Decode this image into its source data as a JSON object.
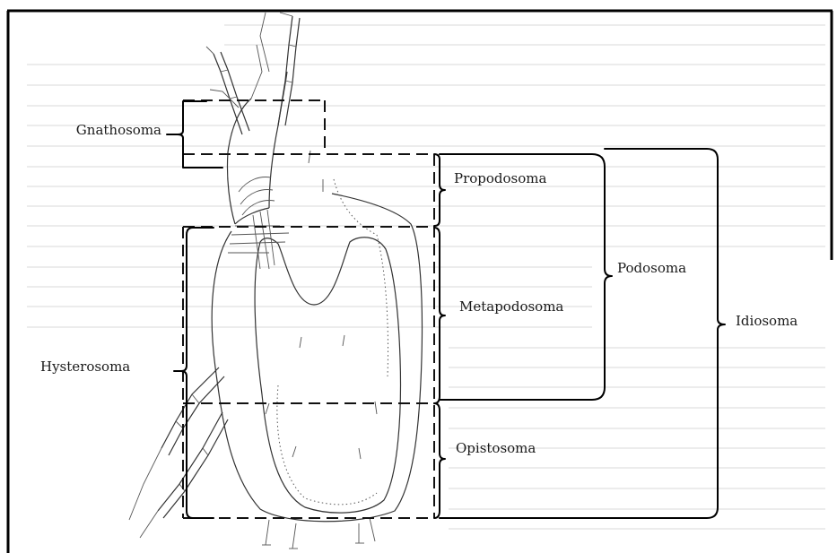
{
  "labels": {
    "gnathosoma": "Gnathosoma",
    "hysterosoma": "Hysterosoma",
    "propodosoma": "Propodosoma",
    "metapodosoma": "Metapodosoma",
    "opistosoma": "Opistosoma",
    "podosoma": "Podosoma",
    "idiosoma": "Idiosoma"
  }
}
